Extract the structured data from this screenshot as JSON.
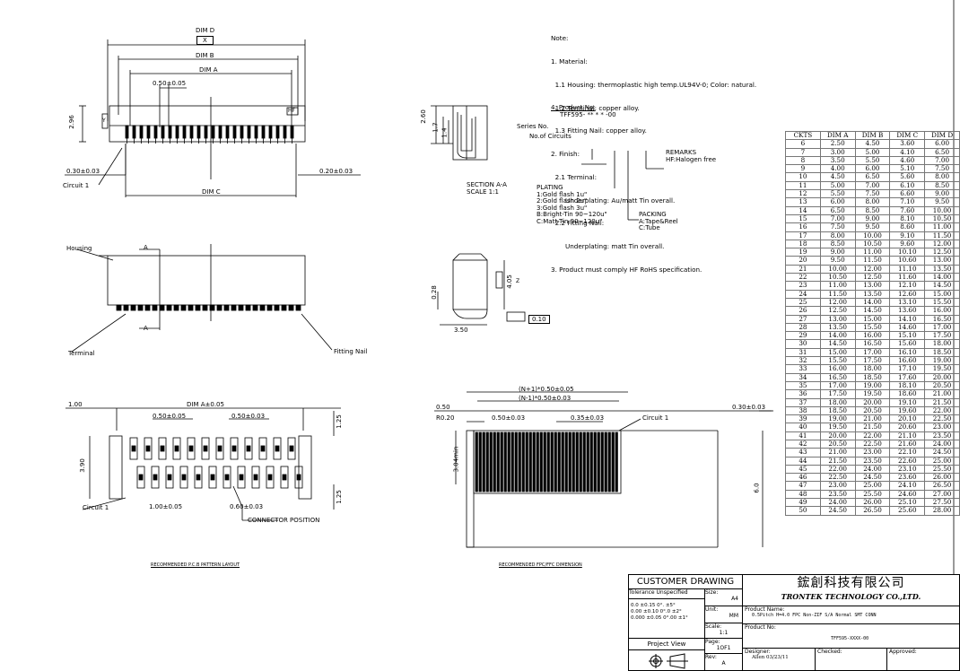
{
  "notes": {
    "lines": [
      "Note:",
      "1. Material:",
      "  1.1 Housing: thermoplastic high temp.UL94V-0; Color: natural.",
      "  1.2 Terminal: copper alloy.",
      "  1.3 Fitting Nail: copper alloy.",
      "2. Finish:",
      "  2.1 Terminal:",
      "       Underplating: Au/matt Tin overall.",
      "  2.2 Fitting Nail:",
      "       Underplating: matt Tin overall.",
      "3. Product must comply HF RoHS specification."
    ],
    "product_no_title": "4. Product No:",
    "product_no_code": "TFF595- ** * * -00",
    "series_label": "Series No.",
    "circuits_label": "No.of Circuits",
    "remarks_title": "REMARKS",
    "remarks_value": "HF:Halogen free",
    "plating_lines": [
      "PLATING",
      "1:Gold flash 1u\"",
      "2:Gold flash 2u\"",
      "3:Gold flash 3u\"",
      "B:Bright-Tin 90~120u\"",
      "C:Matt-Tin 90~120u\""
    ],
    "packing_lines": [
      "PACKING",
      "A:Tape&Reel",
      "C:Tube"
    ]
  },
  "drawing_labels": {
    "dim_d": "DIM D",
    "x_box": "X",
    "dim_b": "DIM B",
    "dim_a": "DIM A",
    "pitch_top": "0.50±0.05",
    "height_296": "2.96",
    "y_box": "Y",
    "hf_mark": "HF",
    "dim_030": "0.30±0.03",
    "dim_020": "0.20±0.03",
    "circuit1": "Circuit 1",
    "dim_c": "DIM C",
    "sec_260": "2.60",
    "sec_17": "1.7",
    "sec_14": "1.4",
    "section_title": "SECTION A-A",
    "section_scale": "SCALE    1:1",
    "housing": "Housing",
    "a_mark": "A",
    "terminal": "Terminal",
    "fitting_nail": "Fitting Nail",
    "side_028": "0.28",
    "side_405": "4.05",
    "z_box": "Z",
    "side_350": "3.50",
    "flat_010": "0.10",
    "pcb_100": "1.00",
    "pcb_dim_a": "DIM A±0.05",
    "pcb_pitch1": "0.50±0.05",
    "pcb_pitch2": "0.50±0.03",
    "pcb_125a": "1.25",
    "pcb_390": "3.90",
    "pcb_125b": "1.25",
    "pcb_circuit1": "Circuit 1",
    "pcb_100b": "1.00±0.05",
    "pcb_060": "0.60±0.03",
    "connector_position": "CONNECTOR POSITION",
    "pcb_caption": "RECOMMENDED P.C.B PATTERN LAYOUT",
    "fpc_n1": "(N+1)*0.50±0.05",
    "fpc_n2": "(N-1)*0.50±0.03",
    "fpc_050": "0.50",
    "fpc_r020": "R0.20",
    "fpc_pitch": "0.50±0.03",
    "fpc_035": "0.35±0.03",
    "fpc_circuit1": "Circuit 1",
    "fpc_030": "0.30±0.03",
    "fpc_304": "3.04min",
    "fpc_60": "6.0",
    "fpc_caption": "RECOMMENDED FPC/FFC DIMENSION"
  },
  "dim_table": {
    "headers": [
      "CKTS",
      "DIM A",
      "DIM B",
      "DIM C",
      "DIM D"
    ],
    "rows": [
      [
        "6",
        "2.50",
        "4.50",
        "3.60",
        "6.00"
      ],
      [
        "7",
        "3.00",
        "5.00",
        "4.10",
        "6.50"
      ],
      [
        "8",
        "3.50",
        "5.50",
        "4.60",
        "7.00"
      ],
      [
        "9",
        "4.00",
        "6.00",
        "5.10",
        "7.50"
      ],
      [
        "10",
        "4.50",
        "6.50",
        "5.60",
        "8.00"
      ],
      [
        "11",
        "5.00",
        "7.00",
        "6.10",
        "8.50"
      ],
      [
        "12",
        "5.50",
        "7.50",
        "6.60",
        "9.00"
      ],
      [
        "13",
        "6.00",
        "8.00",
        "7.10",
        "9.50"
      ],
      [
        "14",
        "6.50",
        "8.50",
        "7.60",
        "10.00"
      ],
      [
        "15",
        "7.00",
        "9.00",
        "8.10",
        "10.50"
      ],
      [
        "16",
        "7.50",
        "9.50",
        "8.60",
        "11.00"
      ],
      [
        "17",
        "8.00",
        "10.00",
        "9.10",
        "11.50"
      ],
      [
        "18",
        "8.50",
        "10.50",
        "9.60",
        "12.00"
      ],
      [
        "19",
        "9.00",
        "11.00",
        "10.10",
        "12.50"
      ],
      [
        "20",
        "9.50",
        "11.50",
        "10.60",
        "13.00"
      ],
      [
        "21",
        "10.00",
        "12.00",
        "11.10",
        "13.50"
      ],
      [
        "22",
        "10.50",
        "12.50",
        "11.60",
        "14.00"
      ],
      [
        "23",
        "11.00",
        "13.00",
        "12.10",
        "14.50"
      ],
      [
        "24",
        "11.50",
        "13.50",
        "12.60",
        "15.00"
      ],
      [
        "25",
        "12.00",
        "14.00",
        "13.10",
        "15.50"
      ],
      [
        "26",
        "12.50",
        "14.50",
        "13.60",
        "16.00"
      ],
      [
        "27",
        "13.00",
        "15.00",
        "14.10",
        "16.50"
      ],
      [
        "28",
        "13.50",
        "15.50",
        "14.60",
        "17.00"
      ],
      [
        "29",
        "14.00",
        "16.00",
        "15.10",
        "17.50"
      ],
      [
        "30",
        "14.50",
        "16.50",
        "15.60",
        "18.00"
      ],
      [
        "31",
        "15.00",
        "17.00",
        "16.10",
        "18.50"
      ],
      [
        "32",
        "15.50",
        "17.50",
        "16.60",
        "19.00"
      ],
      [
        "33",
        "16.00",
        "18.00",
        "17.10",
        "19.50"
      ],
      [
        "34",
        "16.50",
        "18.50",
        "17.60",
        "20.00"
      ],
      [
        "35",
        "17.00",
        "19.00",
        "18.10",
        "20.50"
      ],
      [
        "36",
        "17.50",
        "19.50",
        "18.60",
        "21.00"
      ],
      [
        "37",
        "18.00",
        "20.00",
        "19.10",
        "21.50"
      ],
      [
        "38",
        "18.50",
        "20.50",
        "19.60",
        "22.00"
      ],
      [
        "39",
        "19.00",
        "21.00",
        "20.10",
        "22.50"
      ],
      [
        "40",
        "19.50",
        "21.50",
        "20.60",
        "23.00"
      ],
      [
        "41",
        "20.00",
        "22.00",
        "21.10",
        "23.50"
      ],
      [
        "42",
        "20.50",
        "22.50",
        "21.60",
        "24.00"
      ],
      [
        "43",
        "21.00",
        "23.00",
        "22.10",
        "24.50"
      ],
      [
        "44",
        "21.50",
        "23.50",
        "22.60",
        "25.00"
      ],
      [
        "45",
        "22.00",
        "24.00",
        "23.10",
        "25.50"
      ],
      [
        "46",
        "22.50",
        "24.50",
        "23.60",
        "26.00"
      ],
      [
        "47",
        "23.00",
        "25.00",
        "24.10",
        "26.50"
      ],
      [
        "48",
        "23.50",
        "25.50",
        "24.60",
        "27.00"
      ],
      [
        "49",
        "24.00",
        "26.00",
        "25.10",
        "27.50"
      ],
      [
        "50",
        "24.50",
        "26.50",
        "25.60",
        "28.00"
      ]
    ]
  },
  "title_block": {
    "customer_drawing": "CUSTOMER DRAWING",
    "tolerance_label": "Tolerance Unspecified",
    "size_label": "Size:",
    "size_value": "A4",
    "tol_lines": [
      "0.0   ±0.15  0°.  ±5°",
      "0.00  ±0.10  0°.0  ±2°",
      "0.000 ±0.05  0°.00 ±1°"
    ],
    "unit_label": "Unit:",
    "unit_value": "MM",
    "scale_label": "Scale:",
    "scale_value": "1:1",
    "project_view": "Project View",
    "page_label": "Page:",
    "page_value": "1OF1",
    "rev_label": "Rev:",
    "rev_value": "A",
    "company_cn": "鋐創科技有限公司",
    "company_en": "TRONTEK TECHNOLOGY CO.,LTD.",
    "product_name_label": "Product Name:",
    "product_name_value": "0.5Pitch H=4.0 FPC Non-ZIF S/A Normal SMT CONN",
    "product_no_label": "Product No:",
    "product_no_value": "TFF595-XXXX-00",
    "designer_label": "Designer:",
    "designer_value": "Allen 03/23/11",
    "checked_label": "Checked:",
    "approved_label": "Approved:"
  }
}
